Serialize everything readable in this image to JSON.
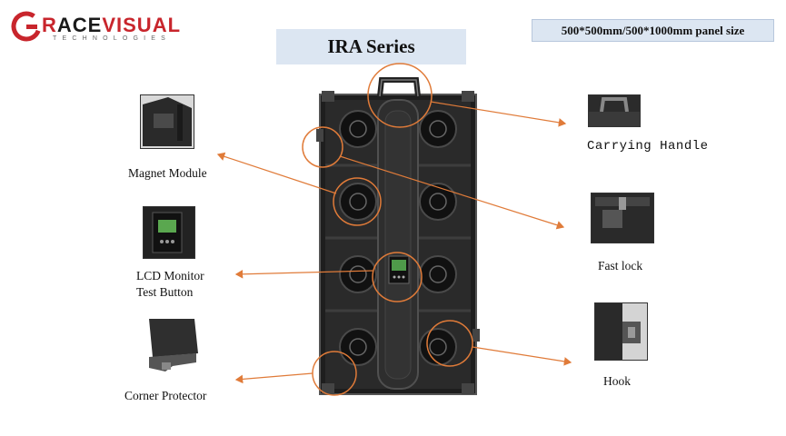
{
  "brand": {
    "name_first": "R",
    "name_rest": "ACE",
    "name_second": "VISUAL",
    "tagline": "TECHNOLOGIES",
    "accent_color": "#c8252c"
  },
  "header": {
    "series_title": "IRA Series",
    "panel_size": "500*500mm/500*1000mm panel size"
  },
  "labels": {
    "magnet_module": "Magnet Module",
    "lcd_monitor_line1": "LCD Monitor",
    "lcd_monitor_line2": "Test Button",
    "corner_protector": "Corner Protector",
    "carrying_handle": "Carrying Handle",
    "fast_lock": "Fast lock",
    "hook": "Hook"
  },
  "colors": {
    "callout": "#e07b39",
    "title_box": "#dce6f2"
  },
  "icons": [
    "logo-g-icon",
    "handle-icon",
    "magnet-icon",
    "lcd-icon",
    "lock-icon",
    "hook-icon",
    "corner-icon"
  ]
}
